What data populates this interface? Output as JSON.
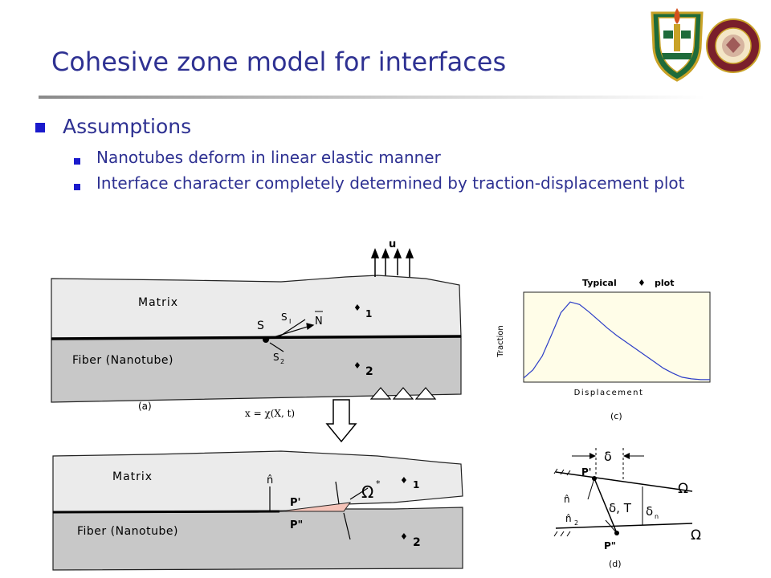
{
  "slide": {
    "title": "Cohesive zone model for interfaces",
    "level1": "Assumptions",
    "level2": [
      "Nanotubes deform in linear elastic manner",
      "Interface character completely determined by traction-displacement plot"
    ]
  },
  "figure": {
    "top": {
      "u": "u",
      "matrix": "Matrix",
      "fiber": "Fiber (Nanotube)",
      "s": "S",
      "s1": "S",
      "sub_i": "I",
      "s2": "S",
      "sub_2": "2",
      "n": "N",
      "omega1": "1",
      "omega2": "2",
      "caption": "(a)",
      "mapping": "x = χ(X, t)"
    },
    "bottom": {
      "matrix": "Matrix",
      "fiber": "Fiber (Nanotube)",
      "n": "n̂",
      "p_plus": "P'",
      "p_minus": "P\"",
      "omega_star": "Ω",
      "star": "*",
      "omega1": "1",
      "omega2": "2"
    },
    "plot": {
      "title_pre": "Typical",
      "title_post": "plot",
      "xlabel": "Displacement",
      "ylabel": "Traction",
      "caption": "(c)"
    },
    "detail": {
      "delta": "δ",
      "p_plus": "P'",
      "p_minus": "P\"",
      "n_hat": "n̂",
      "n_hat2": "n̂",
      "sub_2": "2",
      "delta_t": "δ, T",
      "delta_n": "δ",
      "sub_n": "n",
      "omega1": "Ω",
      "omega2": "Ω",
      "caption": "(d)"
    }
  },
  "chart_data": {
    "type": "line",
    "title": "Typical plot",
    "xlabel": "Displacement",
    "ylabel": "Traction",
    "series": [
      {
        "x": [
          0.0,
          0.05,
          0.1,
          0.15,
          0.2,
          0.25,
          0.3,
          0.35,
          0.4,
          0.45,
          0.5,
          0.55,
          0.6,
          0.65,
          0.7,
          0.75,
          0.8,
          0.85,
          0.9,
          0.95,
          1.0
        ],
        "y": [
          0.05,
          0.15,
          0.32,
          0.58,
          0.85,
          0.98,
          0.95,
          0.86,
          0.76,
          0.66,
          0.57,
          0.49,
          0.41,
          0.33,
          0.25,
          0.17,
          0.11,
          0.06,
          0.04,
          0.03,
          0.03
        ]
      }
    ],
    "xlim": [
      0,
      1
    ],
    "ylim": [
      0,
      1.1
    ],
    "grid": false,
    "legend": "none"
  },
  "colors": {
    "title": "#2e3192",
    "bullet": "#1a1acc",
    "curve": "#2d3ec7",
    "plot_bg": "#fffde8",
    "matrix": "#ebebeb",
    "fiber": "#c8c8c8",
    "wedge": "#f5c3b8"
  }
}
